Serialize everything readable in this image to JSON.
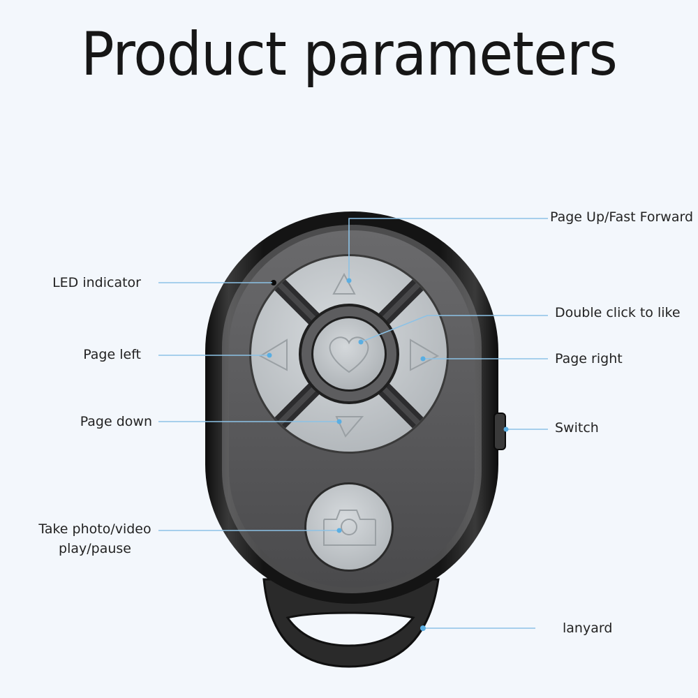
{
  "title": "Product parameters",
  "colors": {
    "background": "#f3f7fc",
    "callout_line": "#8cc2e6",
    "callout_dot": "#5aaee2",
    "body_shell": "#1a1a1a",
    "body_face": "#5a5a5c",
    "button": "#c9cdd0"
  },
  "callouts": {
    "led_indicator": "LED indicator",
    "page_left": "Page left",
    "page_down": "Page down",
    "take_photo_line1": "Take photo/video",
    "take_photo_line2": "play/pause",
    "page_up": "Page Up/Fast Forward",
    "double_click": "Double click to like",
    "page_right": "Page right",
    "switch": "Switch",
    "lanyard": "lanyard"
  },
  "icons": {
    "up": "triangle-up",
    "down": "triangle-down",
    "left": "triangle-left",
    "right": "triangle-right",
    "center": "heart",
    "shutter": "camera"
  }
}
